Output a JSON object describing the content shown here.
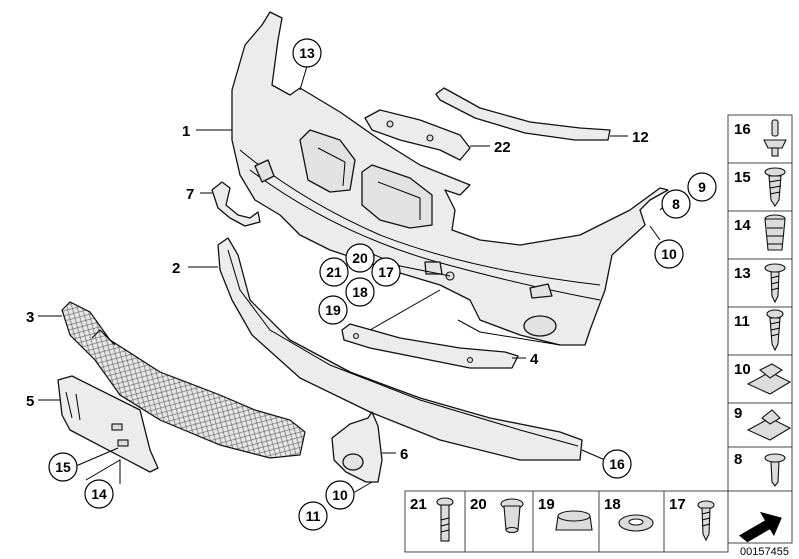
{
  "callouts_plain": [
    {
      "id": "c1",
      "label": "1"
    },
    {
      "id": "c2",
      "label": "2"
    },
    {
      "id": "c3",
      "label": "3"
    },
    {
      "id": "c4",
      "label": "4"
    },
    {
      "id": "c5",
      "label": "5"
    },
    {
      "id": "c6",
      "label": "6"
    },
    {
      "id": "c7",
      "label": "7"
    },
    {
      "id": "c12",
      "label": "12"
    },
    {
      "id": "c22",
      "label": "22"
    }
  ],
  "callouts_circled": [
    {
      "id": "k13",
      "label": "13"
    },
    {
      "id": "k8",
      "label": "8"
    },
    {
      "id": "k9",
      "label": "9"
    },
    {
      "id": "k10a",
      "label": "10"
    },
    {
      "id": "k20",
      "label": "20"
    },
    {
      "id": "k21",
      "label": "21"
    },
    {
      "id": "k17",
      "label": "17"
    },
    {
      "id": "k18",
      "label": "18"
    },
    {
      "id": "k19",
      "label": "19"
    },
    {
      "id": "k16",
      "label": "16"
    },
    {
      "id": "k15",
      "label": "15"
    },
    {
      "id": "k14",
      "label": "14"
    },
    {
      "id": "k10b",
      "label": "10"
    },
    {
      "id": "k11",
      "label": "11"
    }
  ],
  "hardware_column": [
    {
      "label": "16",
      "icon": "clip-rivet-icon"
    },
    {
      "label": "15",
      "icon": "screw-icon"
    },
    {
      "label": "14",
      "icon": "expanding-nut-icon"
    },
    {
      "label": "13",
      "icon": "screw-icon"
    },
    {
      "label": "11",
      "icon": "screw-icon"
    },
    {
      "label": "10",
      "icon": "clip-nut-icon"
    },
    {
      "label": "9",
      "icon": "clip-nut-icon"
    },
    {
      "label": "8",
      "icon": "screw-icon"
    }
  ],
  "hardware_row": [
    {
      "label": "21",
      "icon": "bolt-icon"
    },
    {
      "label": "20",
      "icon": "grommet-icon"
    },
    {
      "label": "19",
      "icon": "rubber-cap-icon"
    },
    {
      "label": "18",
      "icon": "washer-icon"
    },
    {
      "label": "17",
      "icon": "screw-icon"
    }
  ],
  "catalog_number": "00157455"
}
